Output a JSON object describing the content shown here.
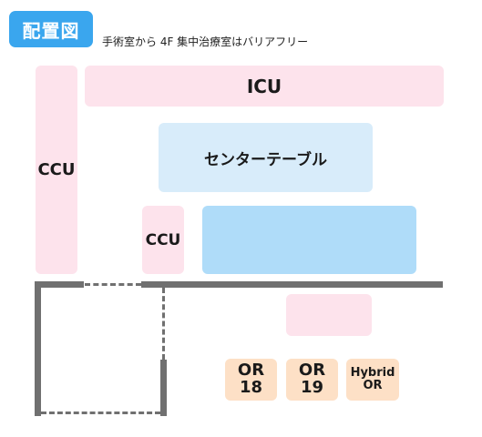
{
  "header": {
    "badge": "配置図",
    "subtitle": "手術室から 4F 集中治療室はバリアフリー"
  },
  "rooms": {
    "icu": "ICU",
    "ccu_left": "CCU",
    "center_table": "センターテーブル",
    "ccu_small": "CCU",
    "or18_line1": "OR",
    "or18_line2": "18",
    "or19_line1": "OR",
    "or19_line2": "19",
    "hybrid_line1": "Hybrid",
    "hybrid_line2": "OR"
  },
  "colors": {
    "badge": "#3aa6ee",
    "pink": "#fde3ec",
    "light_blue": "#d8ecfa",
    "blue": "#afdcf9",
    "peach": "#fde0c6",
    "wall": "#707070"
  }
}
